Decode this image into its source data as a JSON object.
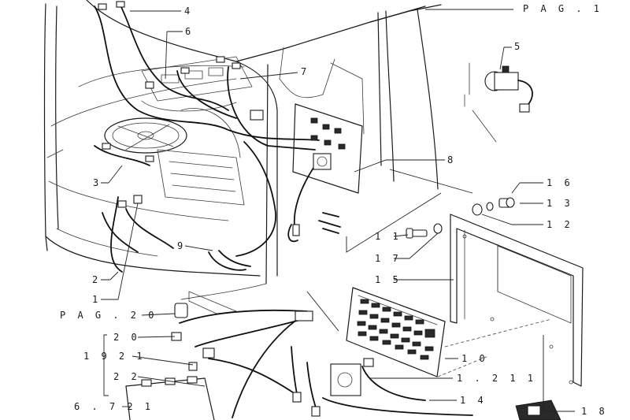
{
  "callouts": [
    {
      "id": "c4",
      "text": "4"
    },
    {
      "id": "c6",
      "text": "6"
    },
    {
      "id": "c5",
      "text": "5"
    },
    {
      "id": "c7",
      "text": "7"
    },
    {
      "id": "c8",
      "text": "8"
    },
    {
      "id": "c16",
      "text": "1 6"
    },
    {
      "id": "c13",
      "text": "1 3"
    },
    {
      "id": "c12",
      "text": "1 2"
    },
    {
      "id": "c11",
      "text": "1 1"
    },
    {
      "id": "c17",
      "text": "1 7"
    },
    {
      "id": "c15",
      "text": "1 5"
    },
    {
      "id": "c3",
      "text": "3"
    },
    {
      "id": "c9",
      "text": "9"
    },
    {
      "id": "c2",
      "text": "2"
    },
    {
      "id": "c1",
      "text": "1"
    },
    {
      "id": "c20",
      "text": "2 0"
    },
    {
      "id": "c1921",
      "text": "1 9 2 1"
    },
    {
      "id": "c22",
      "text": "2 2"
    },
    {
      "id": "c10",
      "text": "1 0"
    },
    {
      "id": "c1211",
      "text": "1 . 2 1 1"
    },
    {
      "id": "c14",
      "text": "1 4"
    },
    {
      "id": "c18",
      "text": "1 8"
    },
    {
      "id": "c6721",
      "text": "6 . 7 2 1"
    }
  ],
  "page_refs": {
    "pag1": "P A G . 1",
    "pag20": "P A G . 2 0"
  }
}
